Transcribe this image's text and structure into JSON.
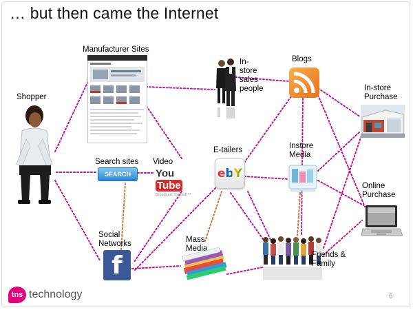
{
  "slide": {
    "title": "… but then came the Internet",
    "page_number": "6"
  },
  "nodes": {
    "shopper": "Shopper",
    "manufacturer_sites": "Manufacturer Sites",
    "search_sites": "Search sites",
    "search_button": "SEARCH",
    "video": "Video",
    "youtube_you": "You",
    "youtube_tube": "Tube",
    "youtube_tagline": "Broadcast Yourself™",
    "social_networks": "Social\nNetworks",
    "facebook_glyph": "f",
    "instore_sales": "In-\nstore\nsales\npeople",
    "etailers": "E-tailers",
    "ebay_glyph": "ebY",
    "mass_media": "Mass\nMedia",
    "blogs": "Blogs",
    "instore_media": "Instore\nMedia",
    "friends_family": "Friends &\nFamily",
    "instore_purchase": "In-store\nPurchase",
    "online_purchase": "Online\nPurchase"
  },
  "footer": {
    "logo_mark": "tns",
    "logo_text": "technology"
  },
  "colors": {
    "connector": "#c0139a",
    "connector_alt": "#c8783c",
    "logo_pink": "#e5007d",
    "rss_orange": "#f08a24",
    "facebook_blue": "#3b5998",
    "youtube_red": "#d52b2b"
  },
  "icons": [
    "shopper-photo",
    "manufacturer-site-screenshot",
    "search-button",
    "youtube-logo",
    "facebook-icon",
    "salespeople-photo",
    "ebay-logo",
    "magazines-photo",
    "rss-icon",
    "instore-media-display",
    "friends-family-photo",
    "store-building",
    "laptop-icon"
  ]
}
